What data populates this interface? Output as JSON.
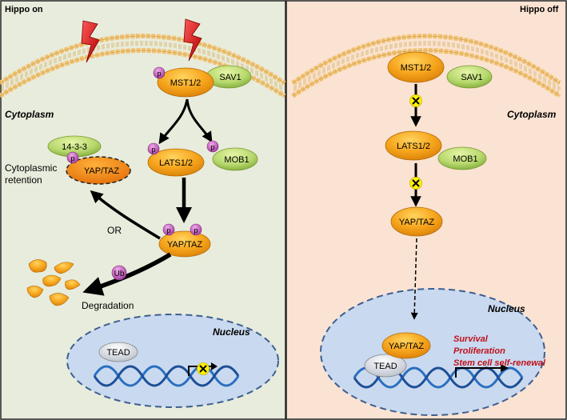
{
  "left_panel": {
    "title": "Hippo on",
    "compartment_cytoplasm": "Cytoplasm",
    "compartment_nucleus": "Nucleus",
    "proteins": {
      "mst": "MST1/2",
      "sav": "SAV1",
      "lats": "LATS1/2",
      "mob": "MOB1",
      "yap_p": "YAP/TAZ",
      "yap_ret": "YAP/TAZ",
      "p1433": "14-3-3",
      "tead": "TEAD"
    },
    "labels": {
      "retention_line1": "Cytoplasmic",
      "retention_line2": "retention",
      "or": "OR",
      "degradation": "Degradation",
      "phospho": "p",
      "ubiquitin": "Ub"
    }
  },
  "right_panel": {
    "title": "Hippo off",
    "compartment_cytoplasm": "Cytoplasm",
    "compartment_nucleus": "Nucleus",
    "proteins": {
      "mst": "MST1/2",
      "sav": "SAV1",
      "lats": "LATS1/2",
      "mob": "MOB1",
      "yap": "YAP/TAZ",
      "yap_nuc": "YAP/TAZ",
      "tead": "TEAD"
    },
    "outcomes": [
      "Survival",
      "Proliferation",
      "Stem cell self-renewal"
    ]
  },
  "colors": {
    "left_bg": "#e8ecdc",
    "right_bg": "#fbe3d3",
    "orange_protein": "#f5a11e",
    "green_protein": "#b3d66a",
    "phospho": "#c25bbd",
    "nucleus": "#c9d9ef",
    "dna": "#2a6fc0",
    "inhibit_marker": "#fff200",
    "outcome_text": "#c0101a"
  }
}
